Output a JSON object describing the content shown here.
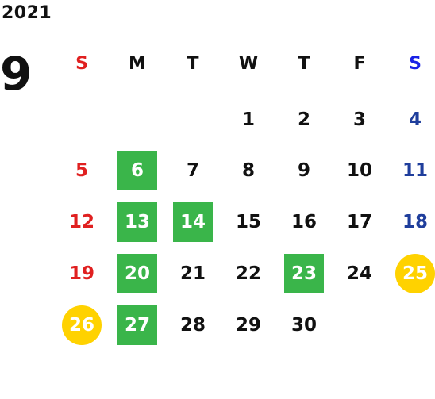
{
  "year": "2021",
  "month": "9",
  "weekdays": [
    {
      "label": "S",
      "kind": "sun"
    },
    {
      "label": "M",
      "kind": "weekday"
    },
    {
      "label": "T",
      "kind": "weekday"
    },
    {
      "label": "W",
      "kind": "weekday"
    },
    {
      "label": "T",
      "kind": "weekday"
    },
    {
      "label": "F",
      "kind": "weekday"
    },
    {
      "label": "S",
      "kind": "sat"
    }
  ],
  "first_weekday_index": 3,
  "days_in_month": 30,
  "highlights": {
    "green": [
      6,
      13,
      14,
      20,
      23,
      27
    ],
    "yellow": [
      25,
      26
    ]
  },
  "colors": {
    "sunday": "#e02020",
    "saturday": "#1f3e9c",
    "saturday_header": "#1a22e6",
    "weekday": "#111111",
    "green_bg": "#3ab54a",
    "yellow_bg": "#ffd200",
    "highlight_text": "#ffffff"
  }
}
